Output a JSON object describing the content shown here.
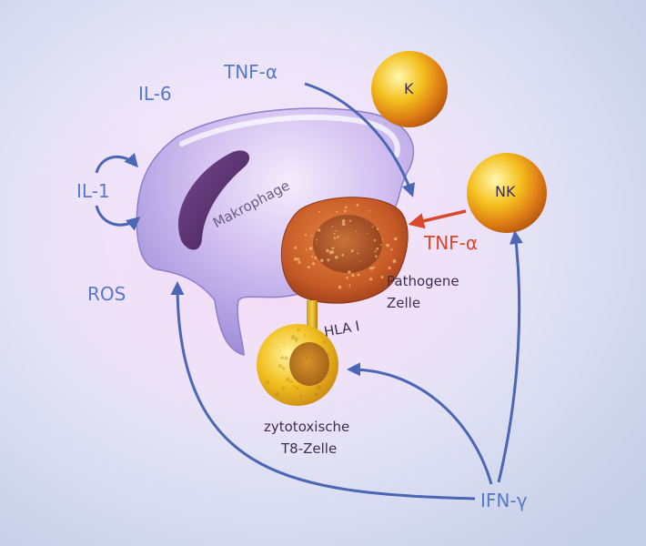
{
  "labels": {
    "il6": "IL-6",
    "tnf_top": "TNF-α",
    "k": "K",
    "il1": "IL-1",
    "nk": "NK",
    "makrophage": "Makrophage",
    "tnf_red": "TNF-α",
    "ros": "ROS",
    "pathogene": "Pathogene",
    "zelle": "Zelle",
    "hla": "HLA I",
    "zytotoxische": "zytotoxische",
    "t8": "T8-Zelle",
    "ifn": "IFN-γ"
  },
  "colors": {
    "arrow_blue": "#4a66b4",
    "arrow_red": "#d8482a",
    "label_blue": "#5878c8",
    "label_dark": "#3e2e4e",
    "macrophage": "#c8b4ec",
    "nucleus": "#5a2e6e",
    "pathogen": "#d6672c",
    "lymphocyte": "#f2c020"
  }
}
